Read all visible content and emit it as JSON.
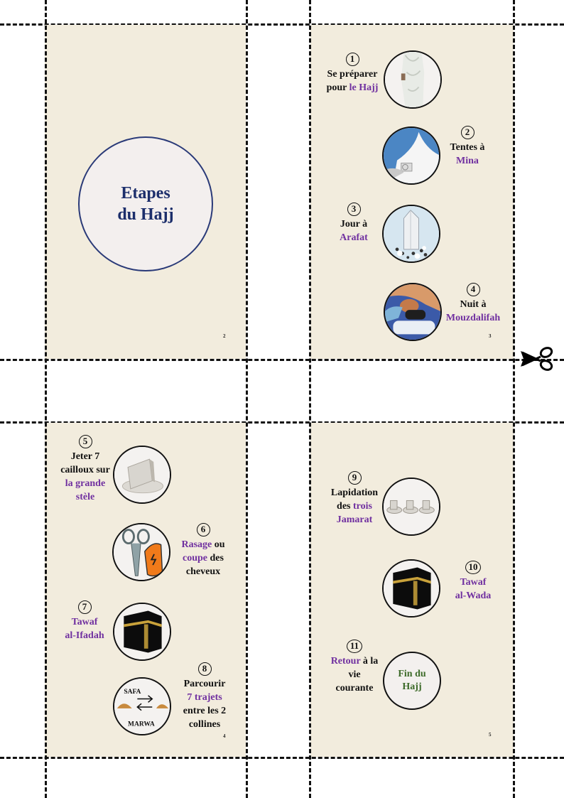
{
  "document": {
    "title": "Etapes du Hajj",
    "colors": {
      "page_background": "#f2ecdd",
      "title_blue": "#1c2e6b",
      "accent_purple": "#7030a0",
      "accent_green": "#3d6b2a",
      "text": "#111111"
    }
  },
  "cover": {
    "title_line1": "Etapes",
    "title_line2": "du Hajj",
    "page_number": "2"
  },
  "page3": {
    "page_number": "3",
    "steps": [
      {
        "number": "1",
        "text_plain": "Se préparer",
        "text_plain2": "pour ",
        "text_accent": "le Hajj",
        "icon": "ihram-clothing-icon"
      },
      {
        "number": "2",
        "text_plain": "Tentes à",
        "text_accent": "Mina",
        "icon": "tent-icon"
      },
      {
        "number": "3",
        "text_plain": "Jour à",
        "text_accent": "Arafat",
        "icon": "arafat-pillar-icon"
      },
      {
        "number": "4",
        "text_plain": "Nuit à",
        "text_accent": "Mouzdalifah",
        "icon": "sleeping-pilgrim-icon"
      }
    ]
  },
  "page4": {
    "page_number": "4",
    "steps": [
      {
        "number": "5",
        "line1": "Jeter 7",
        "line2": "cailloux sur",
        "accent1": "la grande",
        "accent2": "stèle",
        "icon": "stele-icon"
      },
      {
        "number": "6",
        "accent1": "Rasage",
        "plain1": " ou",
        "accent2": "coupe",
        "plain2": " des",
        "line3": "cheveux",
        "icon": "scissors-clipper-icon"
      },
      {
        "number": "7",
        "accent1": "Tawaf",
        "accent2": "al-Ifadah",
        "icon": "kaaba-icon"
      },
      {
        "number": "8",
        "line1": "Parcourir",
        "accent1": "7 trajets",
        "line3": "entre les 2",
        "line4": "collines",
        "icon": "safa-marwa-icon",
        "icon_label_top": "SAFA",
        "icon_label_bottom": "MARWA"
      }
    ]
  },
  "page5": {
    "page_number": "5",
    "steps": [
      {
        "number": "9",
        "line1": "Lapidation",
        "plain2": "des ",
        "accent2": "trois",
        "accent3": "Jamarat",
        "icon": "three-jamarat-icon"
      },
      {
        "number": "10",
        "accent1": "Tawaf",
        "accent2": "al-Wada",
        "icon": "kaaba-icon"
      },
      {
        "number": "11",
        "accent1": "Retour",
        "plain1": " à la",
        "line2": "vie",
        "line3": "courante",
        "circle_text1": "Fin du",
        "circle_text2": "Hajj"
      }
    ]
  },
  "cut_marks": {
    "scissors_icon": "scissors-icon"
  }
}
